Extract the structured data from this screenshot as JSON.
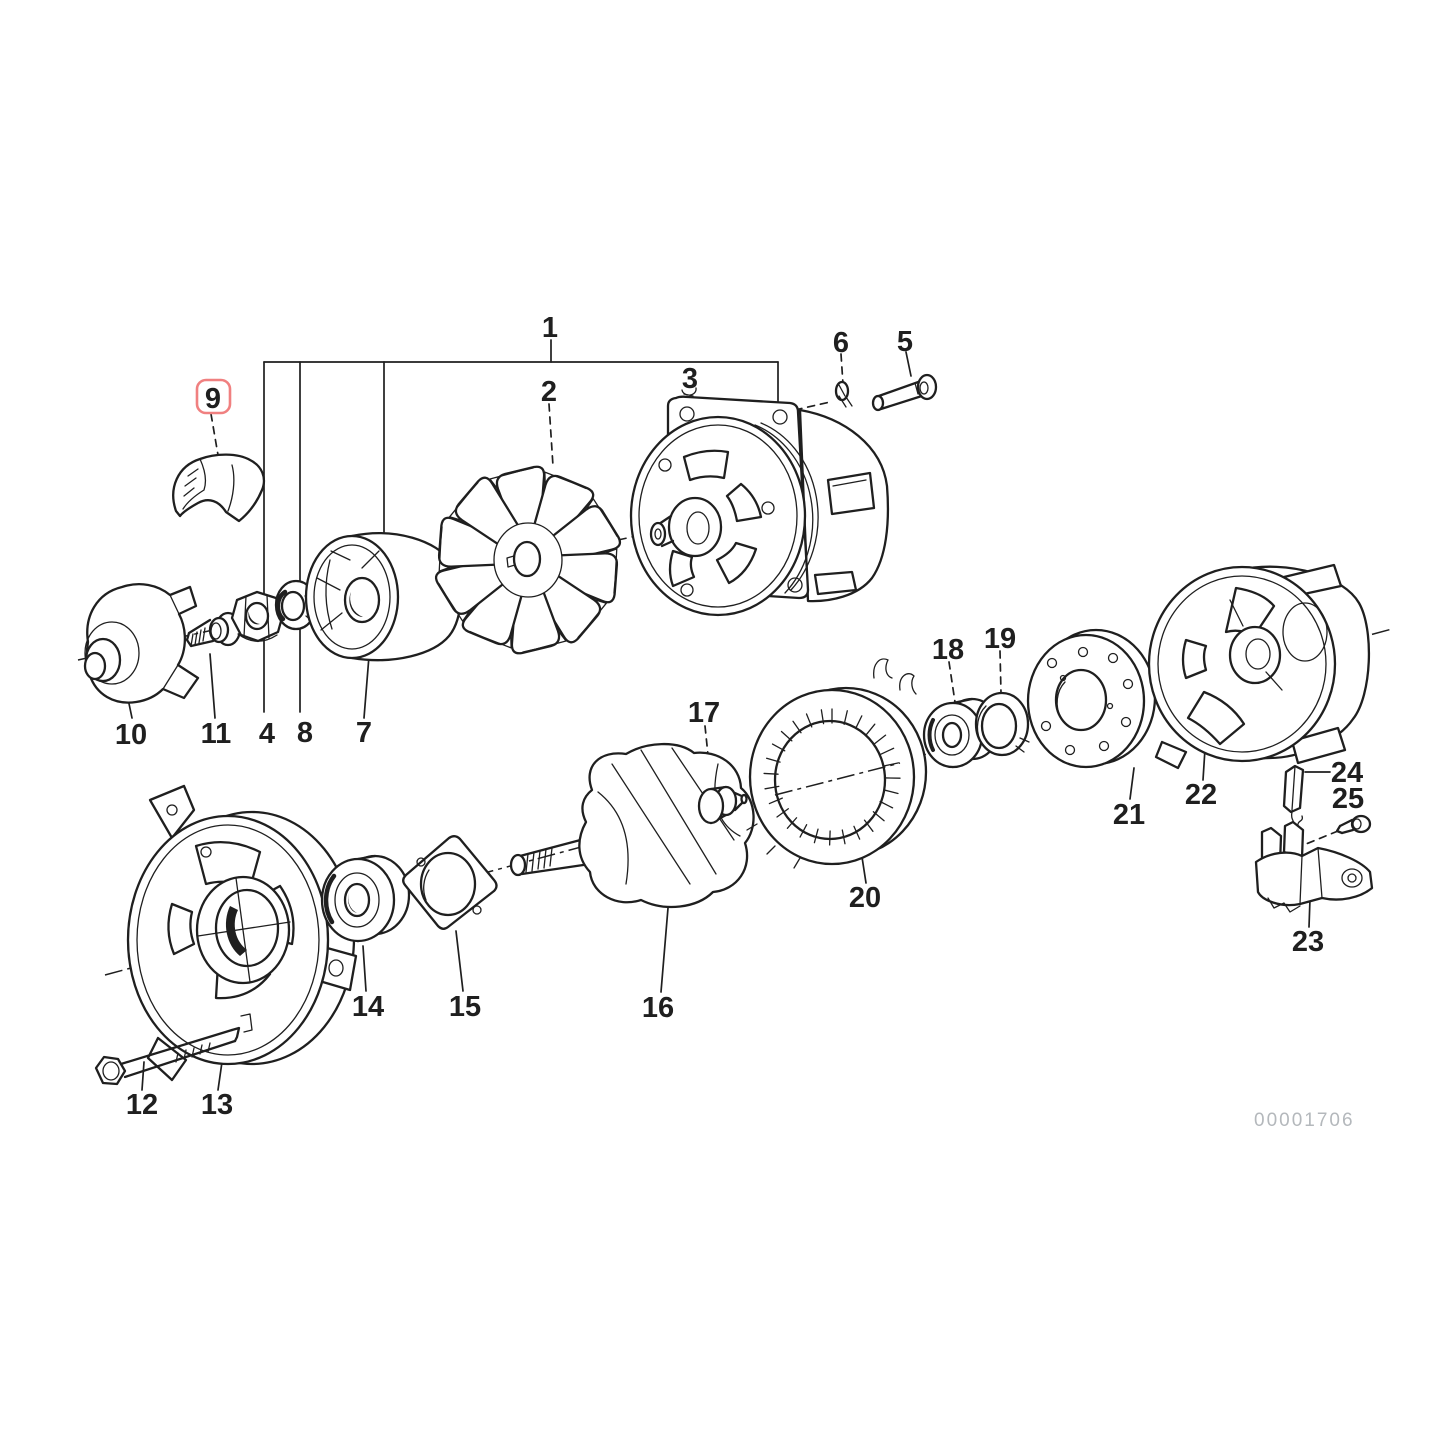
{
  "diagram": {
    "type": "exploded-parts-diagram",
    "subject": "alternator",
    "background_color": "#ffffff",
    "line_color": "#1f1f1f",
    "highlighted_part_number": "9",
    "highlight_box_color": "#f08080",
    "watermark_text": "00001706",
    "part_labels": [
      {
        "part_number": "1"
      },
      {
        "part_number": "2"
      },
      {
        "part_number": "3"
      },
      {
        "part_number": "4"
      },
      {
        "part_number": "5"
      },
      {
        "part_number": "6"
      },
      {
        "part_number": "7"
      },
      {
        "part_number": "8"
      },
      {
        "part_number": "9"
      },
      {
        "part_number": "10"
      },
      {
        "part_number": "11"
      },
      {
        "part_number": "12"
      },
      {
        "part_number": "13"
      },
      {
        "part_number": "14"
      },
      {
        "part_number": "15"
      },
      {
        "part_number": "16"
      },
      {
        "part_number": "17"
      },
      {
        "part_number": "18"
      },
      {
        "part_number": "19"
      },
      {
        "part_number": "20"
      },
      {
        "part_number": "21"
      },
      {
        "part_number": "22"
      },
      {
        "part_number": "23"
      },
      {
        "part_number": "24"
      },
      {
        "part_number": "25"
      }
    ]
  }
}
